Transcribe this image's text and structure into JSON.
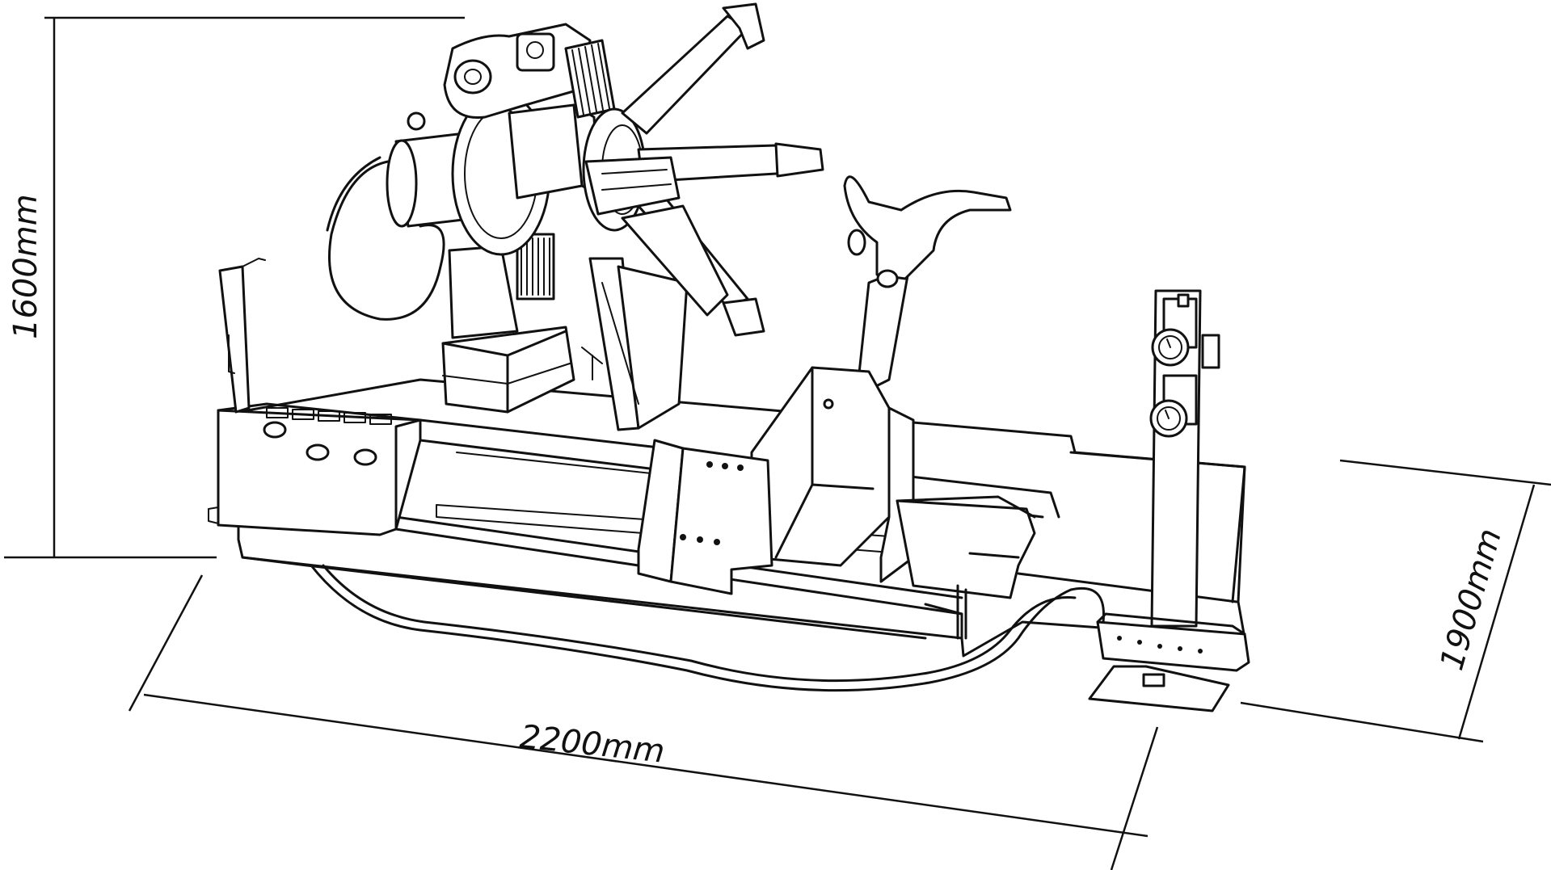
{
  "dimensions": {
    "height_label": "1600mm",
    "length_label": "2200mm",
    "depth_label": "1900mm"
  },
  "colors": {
    "stroke": "#111111",
    "background": "#ffffff"
  }
}
